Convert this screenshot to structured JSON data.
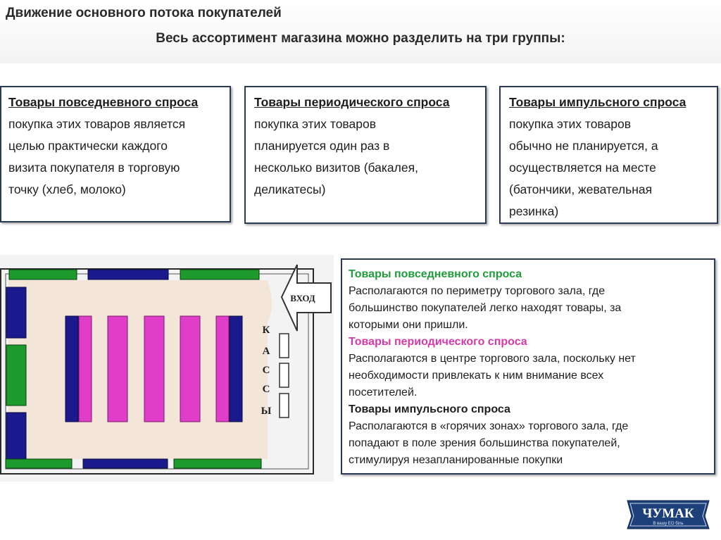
{
  "header": {
    "title": "Движение основного потока покупателей",
    "subtitle": "Весь ассортимент магазина можно разделить на три группы:"
  },
  "cards": [
    {
      "heading": "Товары повседневного спроса",
      "lines": [
        "покупка этих товаров является",
        "целью практически каждого",
        "визита покупателя в торговую",
        "точку (хлеб, молоко)"
      ]
    },
    {
      "heading": "Товары периодического спроса",
      "lines": [
        "покупка этих товаров",
        "планируется один раз в",
        "несколько визитов (бакалея,",
        "деликатесы)"
      ]
    },
    {
      "heading": "Товары импульсного спроса",
      "lines": [
        "покупка этих товаров",
        "обычно не планируется, а",
        "осуществляется на месте",
        "(батончики, жевательная",
        "резинка)"
      ]
    }
  ],
  "floor_plan": {
    "entrance_label": "ВХОД",
    "cashier_letters": [
      "К",
      "А",
      "С",
      "С",
      "Ы"
    ],
    "colors": {
      "perimeter_green": "#1c9a2c",
      "perimeter_blue": "#1a1a8c",
      "center_pink": "#e03ec8",
      "flow_beige": "#f3e6d8"
    }
  },
  "legend": {
    "everyday_heading": "Товары повседневного спроса",
    "everyday_lines": [
      "Располагаются по периметру торгового зала, где",
      "большинство покупателей легко находят товары, за",
      "которыми они пришли."
    ],
    "periodic_heading": "Товары периодического спроса",
    "periodic_lines": [
      "Располагаются в центре торгового зала, поскольку нет",
      "необходимости привлекать к ним внимание всех",
      "посетителей."
    ],
    "impulse_heading": "Товары импульсного спроса",
    "impulse_lines": [
      "Располагаются в «горячих зонах» торгового зала, где",
      "попадают в поле зрения большинства покупателей,",
      "стимулируя незапланированные покупки"
    ]
  },
  "logo": {
    "brand": "ЧУМАК",
    "tagline": "В вашу ЕО біль"
  }
}
